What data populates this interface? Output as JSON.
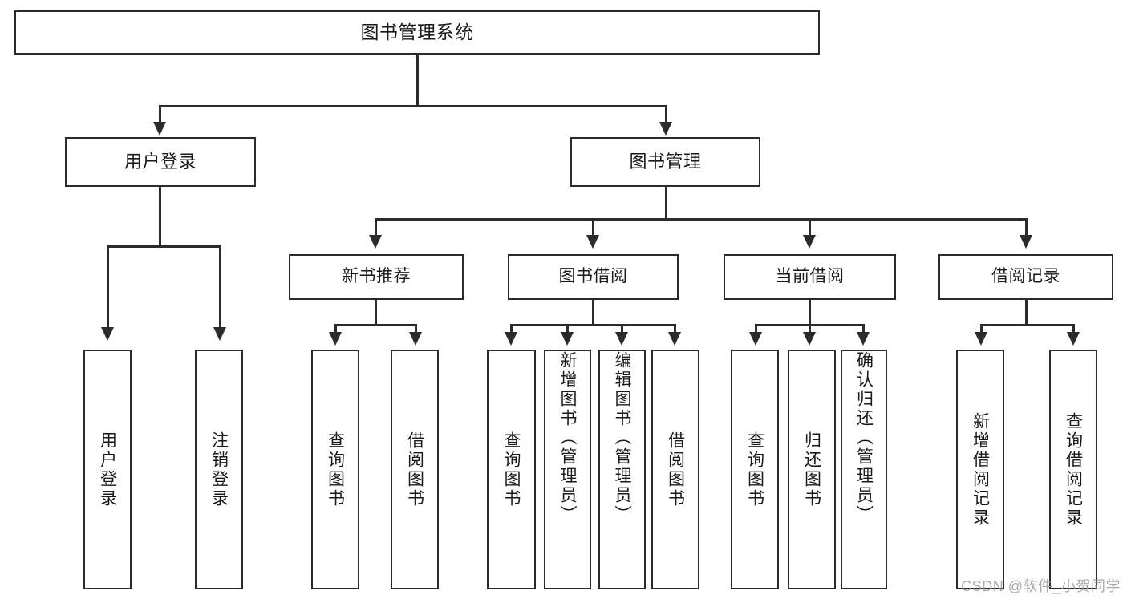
{
  "diagram": {
    "title": "图书管理系统",
    "type": "tree",
    "watermark": "CSDN @软件_小贺同学",
    "colors": {
      "stroke": "#2b2b2b",
      "fill": "#ffffff",
      "text": "#1a1a1a",
      "watermark": "#9a9a9a"
    },
    "nodes": {
      "root": "图书管理系统",
      "level2": {
        "user_login": "用户登录",
        "book_manage": "图书管理"
      },
      "level3": {
        "new_book_rec": "新书推荐",
        "book_borrow": "图书借阅",
        "current_borrow": "当前借阅",
        "borrow_record": "借阅记录"
      },
      "leaves": {
        "login_1": "用户登录",
        "login_2": "注销登录",
        "rec_1": "查询图书",
        "rec_2": "借阅图书",
        "borrow_1": "查询图书",
        "borrow_2": "新增图书（管理员）",
        "borrow_3": "编辑图书（管理员）",
        "borrow_4": "借阅图书",
        "cur_1": "查询图书",
        "cur_2": "归还图书",
        "cur_3": "确认归还（管理员）",
        "rec_log_1": "新增借阅记录",
        "rec_log_2": "查询借阅记录"
      }
    }
  },
  "chart_data": {
    "type": "table",
    "title": "图书管理系统 功能结构图",
    "tree": [
      {
        "label": "图书管理系统",
        "level": 1,
        "children": [
          {
            "label": "用户登录",
            "level": 2,
            "children": [
              {
                "label": "用户登录",
                "level": 3,
                "children": []
              },
              {
                "label": "注销登录",
                "level": 3,
                "children": []
              }
            ]
          },
          {
            "label": "图书管理",
            "level": 2,
            "children": [
              {
                "label": "新书推荐",
                "level": 3,
                "children": [
                  {
                    "label": "查询图书",
                    "level": 4,
                    "children": []
                  },
                  {
                    "label": "借阅图书",
                    "level": 4,
                    "children": []
                  }
                ]
              },
              {
                "label": "图书借阅",
                "level": 3,
                "children": [
                  {
                    "label": "查询图书",
                    "level": 4,
                    "children": []
                  },
                  {
                    "label": "新增图书（管理员）",
                    "level": 4,
                    "children": []
                  },
                  {
                    "label": "编辑图书（管理员）",
                    "level": 4,
                    "children": []
                  },
                  {
                    "label": "借阅图书",
                    "level": 4,
                    "children": []
                  }
                ]
              },
              {
                "label": "当前借阅",
                "level": 3,
                "children": [
                  {
                    "label": "查询图书",
                    "level": 4,
                    "children": []
                  },
                  {
                    "label": "归还图书",
                    "level": 4,
                    "children": []
                  },
                  {
                    "label": "确认归还（管理员）",
                    "level": 4,
                    "children": []
                  }
                ]
              },
              {
                "label": "借阅记录",
                "level": 3,
                "children": [
                  {
                    "label": "新增借阅记录",
                    "level": 4,
                    "children": []
                  },
                  {
                    "label": "查询借阅记录",
                    "level": 4,
                    "children": []
                  }
                ]
              }
            ]
          }
        ]
      }
    ]
  }
}
